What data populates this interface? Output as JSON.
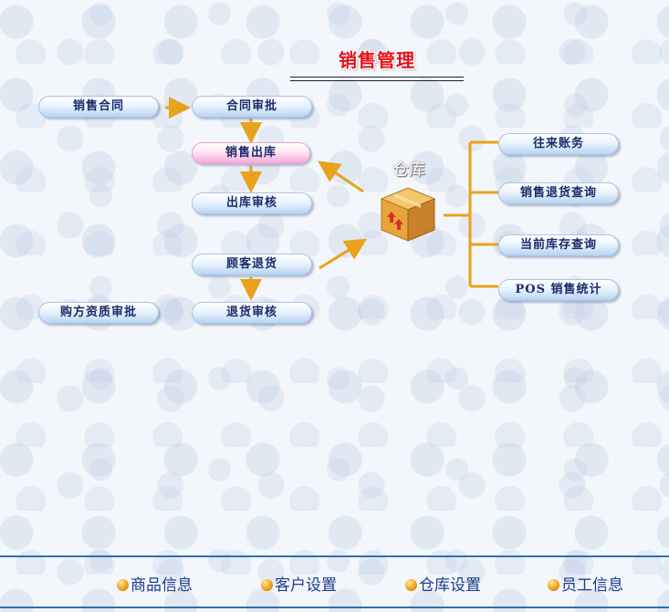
{
  "page": {
    "title": "销售管理"
  },
  "flow": {
    "sales_contract": "销售合同",
    "contract_approval": "合同审批",
    "sales_outbound": "销售出库",
    "outbound_review": "出库审核",
    "customer_return": "顾客退货",
    "return_review": "退货审核",
    "buyer_qualification": "购方资质审批"
  },
  "warehouse": {
    "label": "仓库",
    "icon": "box-icon",
    "links": {
      "accounts": "往来账务",
      "return_query": "销售退货查询",
      "stock_query": "当前库存查询",
      "pos_stats": "POS 销售统计"
    }
  },
  "footer": {
    "product_info": "商品信息",
    "customer_settings": "客户设置",
    "warehouse_settings": "仓库设置",
    "staff_info": "员工信息"
  },
  "colors": {
    "title": "#e8101a",
    "arrow": "#e8a21b",
    "pill_text": "#1a2b6b",
    "footer_text": "#1c3b8c",
    "footer_line": "#2f6fb5",
    "highlight_pill": "#f2a8d6"
  }
}
